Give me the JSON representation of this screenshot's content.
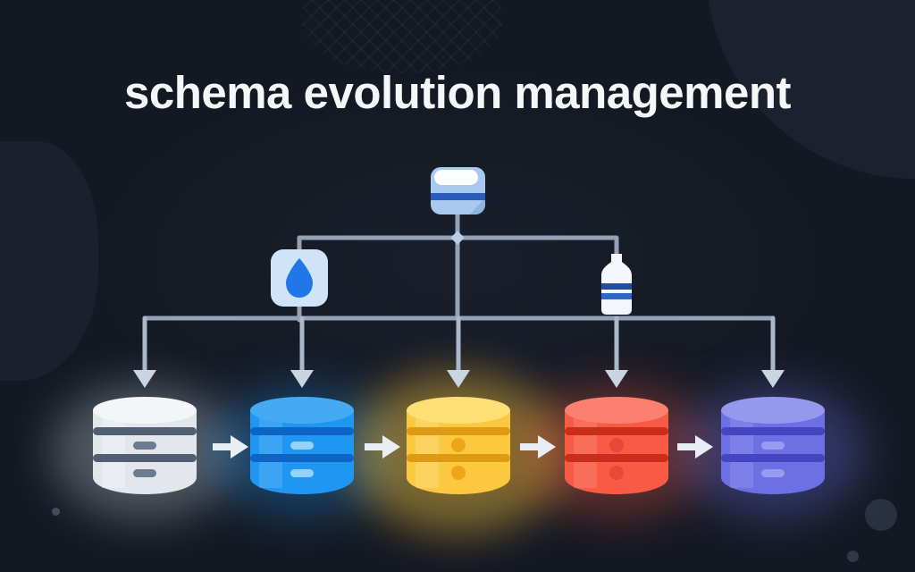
{
  "title": "schema evolution management",
  "colors": {
    "background": "#141822",
    "title": "#f4f6f8",
    "line": "#93a2b6",
    "shaft": "#a9b8ca",
    "arrow_head": "#c9d5e2",
    "junction": "#b9cce2",
    "flow_arrow": "#e9eef5"
  },
  "diagram": {
    "root": {
      "icon": "database-node-icon",
      "colors": {
        "base": "#aac9f0",
        "label": "#fdfeff",
        "stripe": "#2b5cb8",
        "fold": "#8fb3e2"
      }
    },
    "branches": [
      {
        "icon": "diamond-icon",
        "colors": {
          "base": "#cfe3f9",
          "glyph": "#2277e8"
        }
      },
      {
        "icon": "bottle-icon",
        "colors": {
          "base": "#f3f6fa",
          "stripe_dark": "#1f4f9e",
          "stripe_light": "#2f66c8"
        }
      }
    ],
    "databases": [
      {
        "name": "database-white",
        "marker": "pills",
        "colors": {
          "top": "#f3f5f8",
          "body": "#e3e7ec",
          "stripe": "#525f72",
          "marker": "#6c7c90",
          "glow": "#dfe7f2"
        }
      },
      {
        "name": "database-blue",
        "marker": "pills",
        "colors": {
          "top": "#45aaf4",
          "body": "#1e96f2",
          "stripe": "#0e64c4",
          "marker": "#93d2fb",
          "glow": "#1e96f2"
        }
      },
      {
        "name": "database-yellow",
        "marker": "dots",
        "colors": {
          "top": "#fddf75",
          "body": "#fcc83f",
          "stripe": "#dd9a12",
          "marker": "#efa616",
          "glow": "#fcc83f"
        }
      },
      {
        "name": "database-red",
        "marker": "dots",
        "colors": {
          "top": "#fb8070",
          "body": "#f85a44",
          "stripe": "#c92e1d",
          "marker": "#e4493a",
          "glow": "#f85a44"
        }
      },
      {
        "name": "database-purple",
        "marker": "pills",
        "colors": {
          "top": "#9599ee",
          "body": "#6b70e4",
          "stripe": "#4346c0",
          "marker": "#989cf1",
          "glow": "#6b70e4"
        }
      }
    ]
  }
}
